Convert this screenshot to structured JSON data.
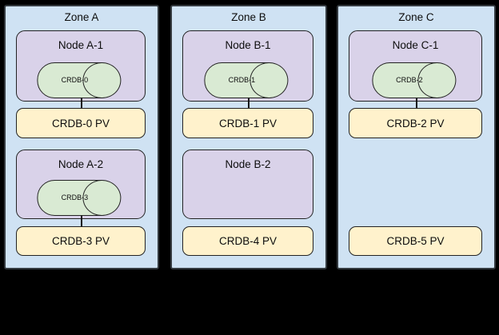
{
  "colors": {
    "background": "#000000",
    "zone_fill": "#cfe2f3",
    "node_fill": "#d9d2e9",
    "pod_fill": "#d9ead3",
    "pv_fill": "#fff2cc",
    "border": "#232323"
  },
  "zones": [
    {
      "title": "Zone A",
      "rows": [
        {
          "node": {
            "title": "Node A-1",
            "pod": "CRDB-0"
          },
          "pv": "CRDB-0 PV",
          "connector": true
        },
        {
          "node": {
            "title": "Node A-2",
            "pod": "CRDB-3"
          },
          "pv": "CRDB-3 PV",
          "connector": true
        }
      ]
    },
    {
      "title": "Zone B",
      "rows": [
        {
          "node": {
            "title": "Node B-1",
            "pod": "CRDB-1"
          },
          "pv": "CRDB-1 PV",
          "connector": true
        },
        {
          "node": {
            "title": "Node B-2",
            "pod": null
          },
          "pv": "CRDB-4 PV",
          "connector": false
        }
      ]
    },
    {
      "title": "Zone C",
      "rows": [
        {
          "node": {
            "title": "Node C-1",
            "pod": "CRDB-2"
          },
          "pv": "CRDB-2 PV",
          "connector": true
        },
        {
          "node": null,
          "pv": "CRDB-5 PV",
          "connector": false
        }
      ]
    }
  ]
}
